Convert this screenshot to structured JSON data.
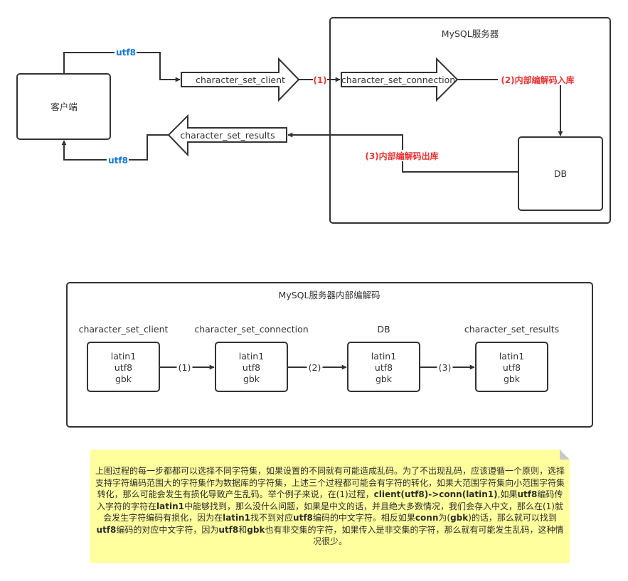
{
  "colors": {
    "line": "#333333",
    "accent_blue": "#0f75d6",
    "accent_red": "#ea3333",
    "note_bg": "#ffff99"
  },
  "top_diagram": {
    "client_label": "客户端",
    "server_title": "MySQL服务器",
    "db_label": "DB",
    "arrows": {
      "client": "character_set_client",
      "connection": "character_set_connection",
      "results": "character_set_results"
    },
    "edge_labels": {
      "utf8_out": "utf8",
      "utf8_in": "utf8",
      "step1": "(1)",
      "step2": "(2)内部编解码入库",
      "step3": "(3)内部编解码出库"
    }
  },
  "bottom_diagram": {
    "title": "MySQL服务器内部编解码",
    "stages": [
      {
        "title": "character_set_client",
        "charsets": [
          "latin1",
          "utf8",
          "gbk"
        ]
      },
      {
        "title": "character_set_connection",
        "charsets": [
          "latin1",
          "utf8",
          "gbk"
        ]
      },
      {
        "title": "DB",
        "charsets": [
          "latin1",
          "utf8",
          "gbk"
        ]
      },
      {
        "title": "character_set_results",
        "charsets": [
          "latin1",
          "utf8",
          "gbk"
        ]
      }
    ],
    "edges": [
      "(1)",
      "(2)",
      "(3)"
    ]
  },
  "note": {
    "segments": [
      {
        "t": "上图过程的每一步都都可以选择不同字符集，如果设置的不同就有可能造成乱码。为了不出现乱码，应该遵循一个原则，选择支持字符编码范围大的字符集作为数据库的字符集，上述三个过程都可能会有字符的转化，如果大范围字符集向小范围字符集转化，那么可能会发生有损化导致产生乱码。举个例子来说，在(1)过程，",
        "b": false
      },
      {
        "t": "client(utf8)->conn(latin1)",
        "b": true
      },
      {
        "t": ",如果",
        "b": false
      },
      {
        "t": "utf8",
        "b": true
      },
      {
        "t": "编码传入字符的字符在",
        "b": false
      },
      {
        "t": "latin1",
        "b": true
      },
      {
        "t": "中能够找到，那么没什么问题，如果是中文的话，并且绝大多数情况，我们会存入中文，那么在(1)就会发生字符编码有损化，因为在",
        "b": false
      },
      {
        "t": "latin1",
        "b": true
      },
      {
        "t": "找不到对应",
        "b": false
      },
      {
        "t": "utf8",
        "b": true
      },
      {
        "t": "编码的中文字符。相反如果",
        "b": false
      },
      {
        "t": "conn",
        "b": true
      },
      {
        "t": "为(",
        "b": false
      },
      {
        "t": "gbk",
        "b": true
      },
      {
        "t": ")的话，那么就可以找到",
        "b": false
      },
      {
        "t": "utf8",
        "b": true
      },
      {
        "t": "编码的对应中文字符，因为",
        "b": false
      },
      {
        "t": "utf8",
        "b": true
      },
      {
        "t": "和",
        "b": false
      },
      {
        "t": "gbk",
        "b": true
      },
      {
        "t": "也有非交集的字符，如果传入是非交集的字符，那么就有可能发生乱码，这种情况很少。",
        "b": false
      }
    ]
  }
}
